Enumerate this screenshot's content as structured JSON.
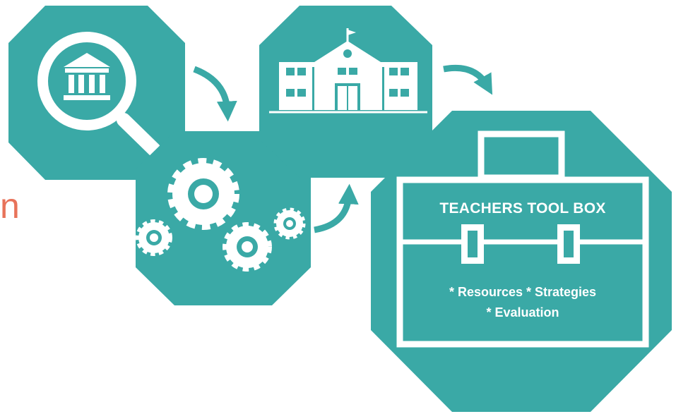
{
  "colors": {
    "teal": "#3aa9a6",
    "white": "#ffffff",
    "accent": "#e8735a"
  },
  "edge_text": "n",
  "steps": [
    {
      "icon": "magnifier-bank-icon"
    },
    {
      "icon": "gears-icon"
    },
    {
      "icon": "school-building-icon"
    },
    {
      "icon": "toolbox-icon"
    }
  ],
  "toolbox": {
    "title": "TEACHERS TOOL BOX",
    "line1": "* Resources * Strategies",
    "line2": "* Evaluation"
  }
}
